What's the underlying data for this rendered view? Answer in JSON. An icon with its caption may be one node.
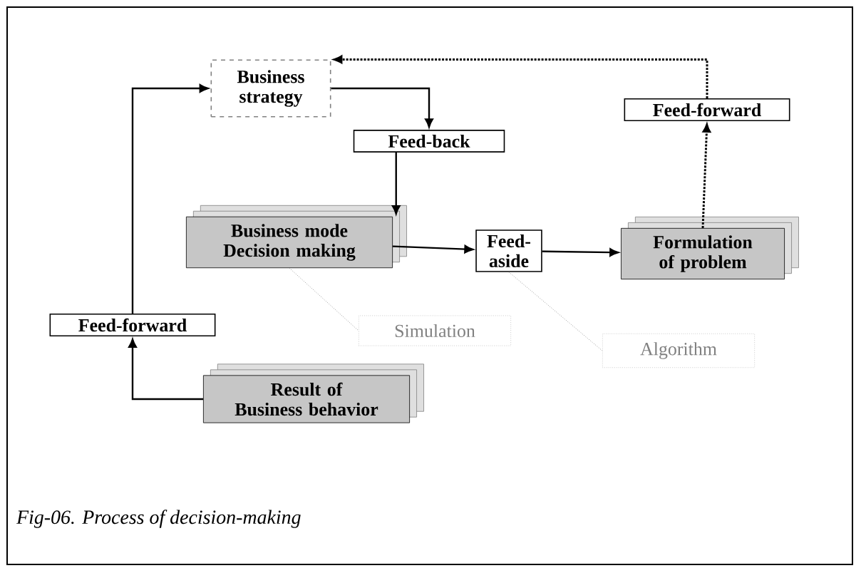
{
  "diagram": {
    "caption": "Fig-06. Process of decision-making",
    "nodes": [
      {
        "text": [
          "Business strategy"
        ]
      },
      {
        "text": [
          "Feed-back"
        ]
      },
      {
        "text": [
          "Business mode Decision making"
        ]
      },
      {
        "text": [
          "Feed-aside"
        ]
      },
      {
        "text": [
          "Formulation of problem"
        ]
      },
      {
        "text": [
          "Feed-forward"
        ]
      },
      {
        "text": [
          "Feed-forward"
        ]
      },
      {
        "text": [
          "Result of Business behavior"
        ]
      },
      {
        "text": [
          "Simulation"
        ]
      },
      {
        "text": [
          "Algorithm"
        ]
      }
    ],
    "edges": [
      {
        "from": 0,
        "to": 1,
        "arrow": "to"
      },
      {
        "from": 1,
        "to": 2,
        "arrow": "to"
      },
      {
        "from": 2,
        "to": 3,
        "arrow": "to"
      },
      {
        "from": 3,
        "to": 4,
        "arrow": "to"
      },
      {
        "from": 4,
        "to": 5,
        "arrow": "to",
        "style": "dashed"
      },
      {
        "from": 5,
        "to": 0,
        "arrow": "to",
        "style": "dashed"
      },
      {
        "from": 7,
        "to": 6,
        "arrow": "to"
      },
      {
        "from": 6,
        "to": 0,
        "arrow": "to"
      },
      {
        "from": 2,
        "to": 8,
        "arrow": "none",
        "style": "dashed",
        "color": "#999999"
      },
      {
        "from": 3,
        "to": 9,
        "arrow": "none",
        "style": "dashed",
        "color": "#999999"
      }
    ]
  }
}
